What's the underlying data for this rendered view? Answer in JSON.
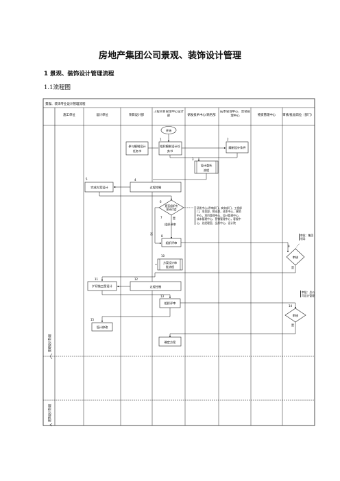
{
  "doc_title": "房地产集团公司景观、装饰设计管理",
  "section1": "1 景观、装饰设计管理流程",
  "section1_1": "1.1流程图",
  "chart_title": "景观、装饰专业设计管理流程",
  "lanes": [
    "施工单位",
    "设计单位",
    "项目设计部",
    "工程项目管理中心设计部",
    "研发技术中心/商务部",
    "成本管理中心、营销管理中心",
    "物资管理中心",
    "审核/批准岗位（部门）"
  ],
  "side_label_1": "景观设计阶段",
  "side_label_2": "装饰设计阶段",
  "nodes": {
    "start": "开始",
    "n1a": "参与编制设计",
    "n1b": "任务书",
    "n1c": "组织编制设计任",
    "n1d": "务书",
    "n2": "编制设计条件",
    "n3a": "设计委托",
    "n3b": "流程",
    "n4": "过程控制",
    "n5": "完成方案设计",
    "n6a": "是否组织专",
    "n6b": "家研讨会",
    "n7": "组织评审",
    "n8": "组织评审",
    "n9": "审核",
    "n10a": "方案设计审",
    "n10b": "批流程",
    "n11": "扩初施工图设计",
    "n12": "过程控制",
    "n13": "组织评审",
    "n14": "审核",
    "n15": "设计修改",
    "n16": "确定方案"
  },
  "notes": {
    "review_list": "研发中心/评审部门，商务部门，工程部门，项目部，物业部，成本中心，营销中心，项目管理中心，设计管理中心，成本管理中心，营销管理中心，客服中心，总经理室，品质中心，设计院",
    "approve_a": "审批：集团领导",
    "approve_b": "审批：总公司设计管理"
  },
  "branch": {
    "yes": "是",
    "no": "否"
  },
  "step_numbers": [
    "1",
    "2",
    "3",
    "4",
    "5",
    "6",
    "7",
    "8",
    "9",
    "10",
    "11",
    "12",
    "13",
    "14",
    "15"
  ]
}
